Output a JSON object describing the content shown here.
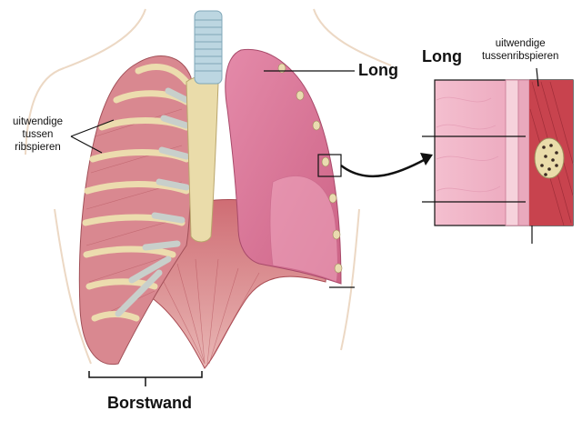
{
  "labels": {
    "lung": "Long",
    "external_intercostals_left": [
      "uitwendige",
      "tussen",
      "ribspieren"
    ],
    "chest_wall": "Borstwand",
    "inset_lung": "Long",
    "inset_external_intercostals": [
      "uitwendige",
      "tussenribspieren"
    ]
  },
  "colors": {
    "muscle": "#d77f86",
    "muscle_dark": "#b5565f",
    "rib": "#e9d8a6",
    "cartilage": "#c7cdc9",
    "lung": "#d96f93",
    "lung_light": "#f0b3c8",
    "diaphragm": "#c45a63",
    "body_outline": "#ecd8c4",
    "trachea": "#a6c9d8",
    "sternum": "#eadcaa",
    "bone_marrow": "#3a2a22"
  }
}
